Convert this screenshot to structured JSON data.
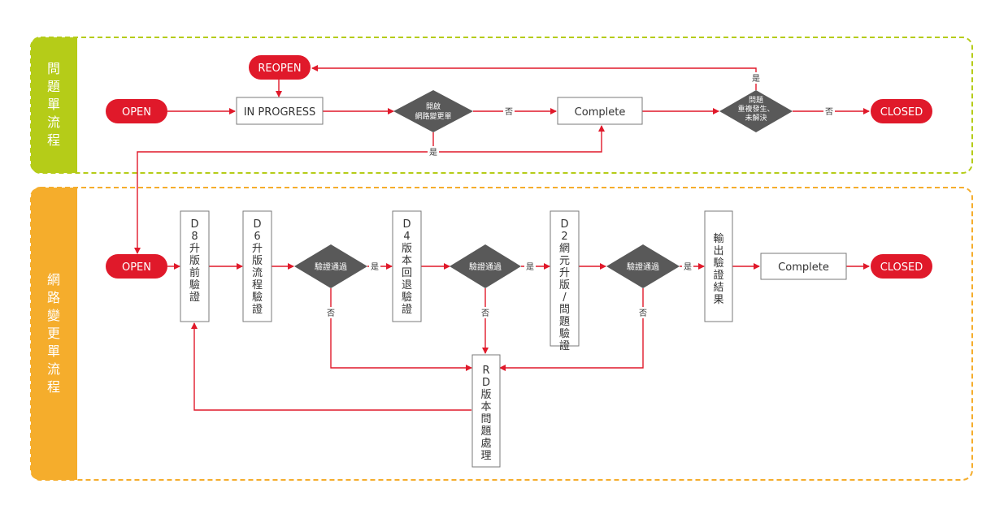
{
  "lanes": {
    "issue": {
      "label": "問題單流程",
      "color": "#b5cc18"
    },
    "change": {
      "label": "網路變更單流程",
      "color": "#f5ad2c"
    }
  },
  "colors": {
    "arrow": "#e0192a",
    "terminal": "#e0192a",
    "diamond": "#595959",
    "box_border": "#7a7a7a"
  },
  "issue_flow": {
    "open": "OPEN",
    "reopen": "REOPEN",
    "in_progress": "IN PROGRESS",
    "decision_open_change": "開啟網路變更單",
    "complete": "Complete",
    "decision_recur": "問題重複發生、未解決",
    "closed": "CLOSED",
    "edge_no_1": "否",
    "edge_yes_1": "是",
    "edge_no_2": "否",
    "edge_yes_2": "是"
  },
  "change_flow": {
    "open": "OPEN",
    "d8": "D8升版前驗證",
    "d6": "D6升版流程驗證",
    "verify_1": "驗證通過",
    "d4": "D4版本回退驗證",
    "verify_2": "驗證通過",
    "d2": "D2網元升版/問題驗證",
    "verify_3": "驗證通過",
    "output": "輸出驗證結果",
    "complete": "Complete",
    "closed": "CLOSED",
    "rd": "RD版本問題處理",
    "edge_yes_1": "是",
    "edge_yes_2": "是",
    "edge_yes_3": "是",
    "edge_no_1": "否",
    "edge_no_2": "否",
    "edge_no_3": "否"
  }
}
